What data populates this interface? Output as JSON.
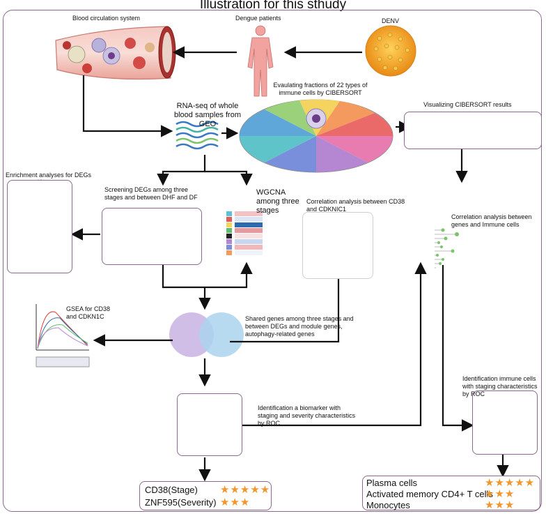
{
  "title": "Illustration for this sthudy",
  "labels": {
    "blood": "Blood circulation system",
    "patients": "Dengue patients",
    "denv": "DENV",
    "rnaseq": "RNA-seq of whole blood samples from GEO",
    "cibersort_eval": "Evaulating fractions of 22 types of immune cells by CIBERSORT",
    "cibersort_vis": "Visualizing CIBERSORT results",
    "enrichment": "Enrichment analyses for DEGs",
    "screening": "Screening DEGs among three stages and between DHF and DF",
    "wgcna": "WGCNA among three stages",
    "corr_cd38": "Correlation analysis between CD38 and CDKNIC1",
    "corr_immune": "Correlation analysis between genes and Immune cells",
    "gsea": "GSEA for CD38 and CDKN1C",
    "shared": "Shared genes among three stages and between DEGs and module genes, autophagy-related genes",
    "biomarker": "Identification a biomarker with staging and severity characteristics by ROC",
    "immune_roc": "Identification immune cells with staging characteristics by ROC"
  },
  "results_left": [
    {
      "name": "CD38(Stage)",
      "stars": "★★★★★",
      "count": 5
    },
    {
      "name": "ZNF595(Severity)",
      "stars": "★★★",
      "count": 3
    }
  ],
  "results_right": [
    {
      "name": "Plasma cells",
      "stars": "★★★★★",
      "count": 5
    },
    {
      "name": "Activated memory CD4+ T cells",
      "stars": "★★★",
      "count": 3
    },
    {
      "name": "Monocytes",
      "stars": "★★★",
      "count": 3
    }
  ],
  "colors": {
    "frame": "#8a6a8c",
    "star": "#f0962d",
    "venn_left": "#c9b3e3",
    "venn_right": "#aad3ef",
    "virus": "#f3a323"
  }
}
